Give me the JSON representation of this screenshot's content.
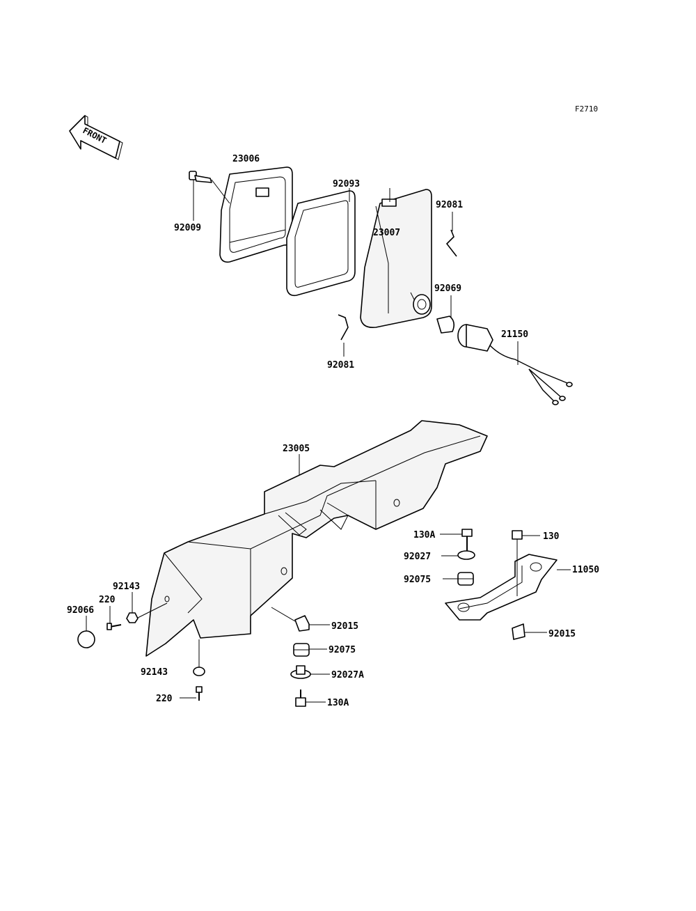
{
  "figure_code": "F2710",
  "front_arrow_text": "FRONT",
  "labels": {
    "l23006": "23006",
    "l92009": "92009",
    "l92093": "92093",
    "l92081_top": "92081",
    "l23007": "23007",
    "l92069": "92069",
    "l92081_bottom": "92081",
    "l21150": "21150",
    "l23005": "23005",
    "l130A_upper": "130A",
    "l130": "130",
    "l92027": "92027",
    "l11050": "11050",
    "l92075_upper": "92075",
    "l92015_right": "92015",
    "l92143_upper": "92143",
    "l220_upper": "220",
    "l92066": "92066",
    "l92015_center": "92015",
    "l92075_lower": "92075",
    "l92143_lower": "92143",
    "l92027A": "92027A",
    "l220_lower": "220",
    "l130A_lower": "130A"
  }
}
